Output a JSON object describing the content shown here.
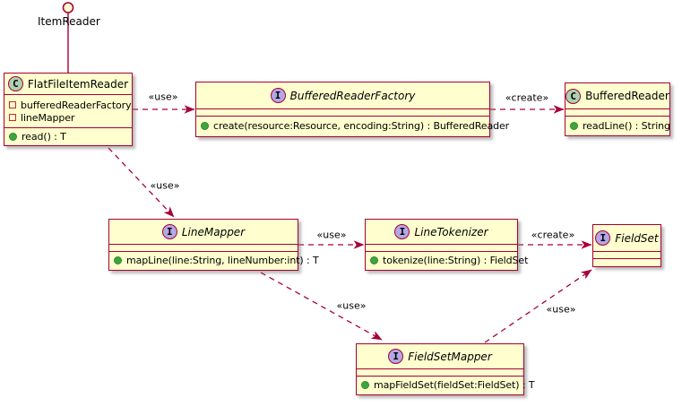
{
  "colors": {
    "box_fill": "#FEFECE",
    "border": "#A80036",
    "class_circle_fill": "#ADD1B2",
    "interface_circle_fill": "#B4A7E5",
    "field_icon_color": "#C82930",
    "method_icon_color": "#3FA43F"
  },
  "lollipop": {
    "label": "ItemReader"
  },
  "nodes": {
    "flatFileItemReader": {
      "stereotype": "C",
      "name": "FlatFileItemReader",
      "fields": [
        "bufferedReaderFactory",
        "lineMapper"
      ],
      "methods": [
        "read() : T"
      ]
    },
    "bufferedReaderFactory": {
      "stereotype": "I",
      "name": "BufferedReaderFactory",
      "methods": [
        "create(resource:Resource, encoding:String) : BufferedReader"
      ]
    },
    "bufferedReader": {
      "stereotype": "C",
      "name": "BufferedReader",
      "methods": [
        "readLine() : String"
      ]
    },
    "lineMapper": {
      "stereotype": "I",
      "name": "LineMapper",
      "methods": [
        "mapLine(line:String, lineNumber:int) : T"
      ]
    },
    "lineTokenizer": {
      "stereotype": "I",
      "name": "LineTokenizer",
      "methods": [
        "tokenize(line:String) : FieldSet"
      ]
    },
    "fieldSet": {
      "stereotype": "I",
      "name": "FieldSet"
    },
    "fieldSetMapper": {
      "stereotype": "I",
      "name": "FieldSetMapper",
      "methods": [
        "mapFieldSet(fieldSet:FieldSet) : T"
      ]
    }
  },
  "edge_labels": {
    "use_ffir_brf": "«use»",
    "create_brf_br": "«create»",
    "use_ffir_lm": "«use»",
    "use_lm_lt": "«use»",
    "create_lt_fs": "«create»",
    "use_lm_fsm": "«use»",
    "use_fsm_fs": "«use»"
  }
}
